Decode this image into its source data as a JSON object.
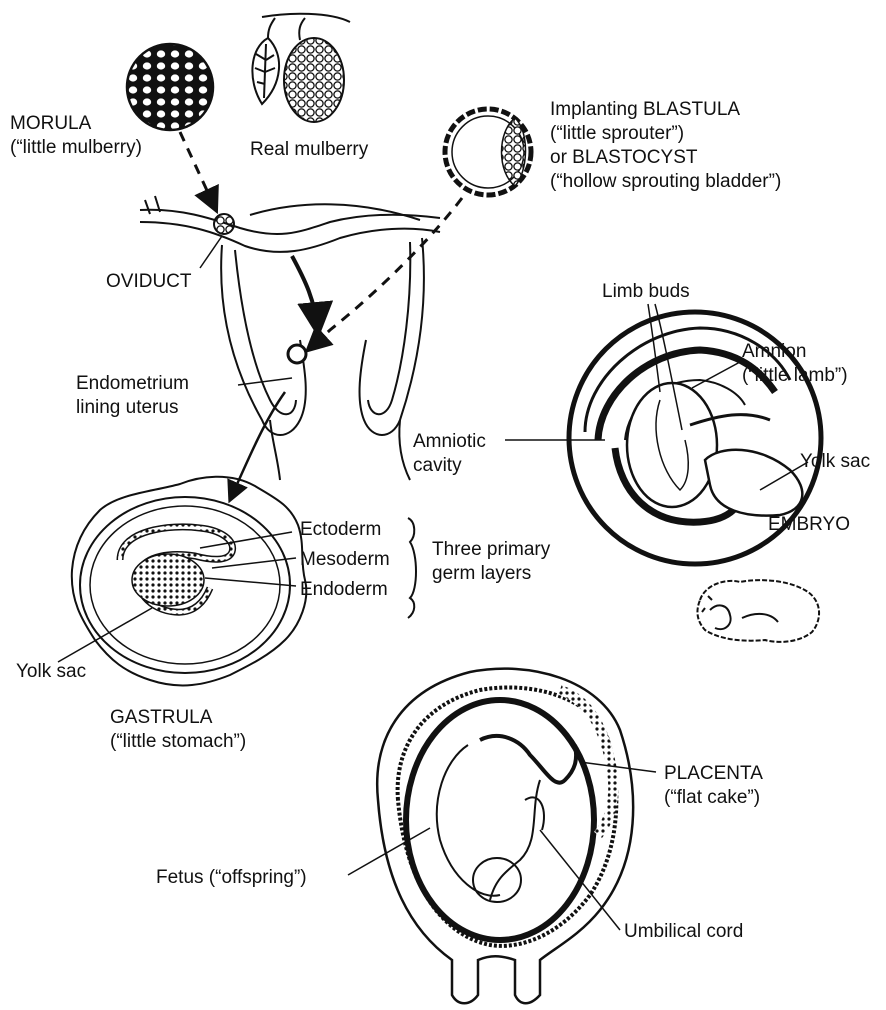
{
  "labels": {
    "morula": {
      "line1": "MORULA",
      "line2": "(“little mulberry)"
    },
    "real_mulberry": "Real mulberry",
    "blastula": {
      "line1": "Implanting BLASTULA",
      "line2": "(“little sprouter”)",
      "line3": "or BLASTOCYST",
      "line4": "(“hollow sprouting bladder”)"
    },
    "oviduct": "OVIDUCT",
    "endometrium": {
      "line1": "Endometrium",
      "line2": "lining uterus"
    },
    "limb_buds": "Limb buds",
    "amnion": {
      "line1": "Amnion",
      "line2": "(“little lamb”)"
    },
    "amniotic_cavity": {
      "line1": "Amniotic",
      "line2": "cavity"
    },
    "embryo_yolk_sac": "Yolk sac",
    "embryo": "EMBRYO",
    "ectoderm": "Ectoderm",
    "mesoderm": "Mesoderm",
    "endoderm": "Endoderm",
    "germ_layers": {
      "line1": "Three primary",
      "line2": "germ layers"
    },
    "gastrula_yolk_sac": "Yolk sac",
    "gastrula": {
      "line1": "GASTRULA",
      "line2": "(“little stomach”)"
    },
    "placenta": {
      "line1": "PLACENTA",
      "line2": "(“flat cake”)"
    },
    "fetus": "Fetus (“offspring”)",
    "umbilical_cord": "Umbilical cord"
  },
  "colors": {
    "ink": "#111111",
    "paper": "#ffffff"
  }
}
